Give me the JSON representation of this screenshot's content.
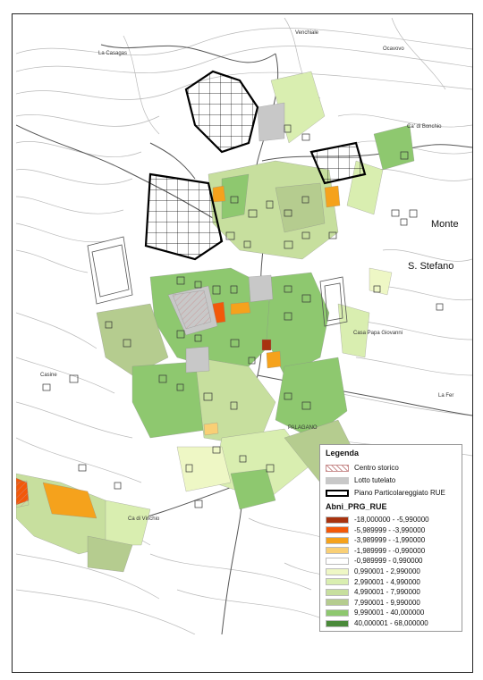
{
  "place_labels": [
    {
      "name": "label-la-casagas",
      "text": "La Casagas"
    },
    {
      "name": "label-venchiale",
      "text": "Venchiale"
    },
    {
      "name": "label-ocavovo",
      "text": "Ocavovo"
    },
    {
      "name": "label-ca-di-bonchio",
      "text": "Ca' di Bonchio"
    },
    {
      "name": "label-monte",
      "text": "Monte"
    },
    {
      "name": "label-s-stefano",
      "text": "S. Stefano"
    },
    {
      "name": "label-casa-papa-giovanni",
      "text": "Casa Papa Giovanni"
    },
    {
      "name": "label-casine",
      "text": "Casine"
    },
    {
      "name": "label-la-fer",
      "text": "La Fer"
    },
    {
      "name": "label-palagano",
      "text": "PALAGANO"
    },
    {
      "name": "label-ca-di-vinchio",
      "text": "Ca di Vinchio"
    }
  ],
  "legend": {
    "title": "Legenda",
    "items": [
      {
        "label": "Centro storico",
        "type": "hatch",
        "color": "#c98f8f"
      },
      {
        "label": "Lotto tutelato",
        "type": "fill",
        "color": "#c8c8c8"
      },
      {
        "label": "Piano Particolareggiato RUE",
        "type": "outline",
        "color": "#000000"
      }
    ],
    "class_title": "Abni_PRG_RUE",
    "classes": [
      {
        "label": "-18,000000 - -5,990000",
        "color": "#a8330f"
      },
      {
        "label": "-5,989999 - -3,990000",
        "color": "#f2590a"
      },
      {
        "label": "-3,989999 - -1,990000",
        "color": "#f5a21c"
      },
      {
        "label": "-1,989999 - -0,990000",
        "color": "#f9cf75"
      },
      {
        "label": "-0,989999 - 0,990000",
        "color": "#ffffff"
      },
      {
        "label": "0,990001 - 2,990000",
        "color": "#eef7c5"
      },
      {
        "label": "2,990001 - 4,990000",
        "color": "#d9eeb0"
      },
      {
        "label": "4,990001 - 7,990000",
        "color": "#c7df9e"
      },
      {
        "label": "7,990001 - 9,990000",
        "color": "#b5cc8f"
      },
      {
        "label": "9,990001 - 40,000000",
        "color": "#8ec86f"
      },
      {
        "label": "40,000001 - 68,000000",
        "color": "#4a8a3a"
      }
    ]
  }
}
